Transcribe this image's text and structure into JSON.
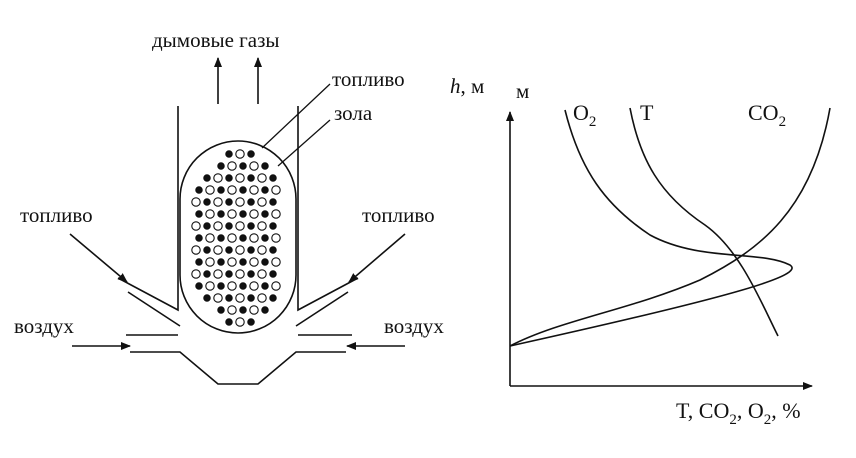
{
  "diagram": {
    "labels": {
      "flue_gases": "дымовые газы",
      "fuel_top": "топливо",
      "ash": "зола",
      "fuel_left": "топливо",
      "fuel_right": "топливо",
      "air_left": "воздух",
      "air_right": "воздух"
    }
  },
  "graph": {
    "y_axis_label_italic": "h",
    "y_axis_label_unit": ", м",
    "y_axis_unit_top": "м",
    "x_axis_label": "T, CO₂, O₂, %",
    "curves": [
      {
        "name": "O₂",
        "label_main": "O",
        "label_sub": "2"
      },
      {
        "name": "T",
        "label_main": "T",
        "label_sub": ""
      },
      {
        "name": "CO₂",
        "label_main": "CO",
        "label_sub": "2"
      }
    ]
  }
}
